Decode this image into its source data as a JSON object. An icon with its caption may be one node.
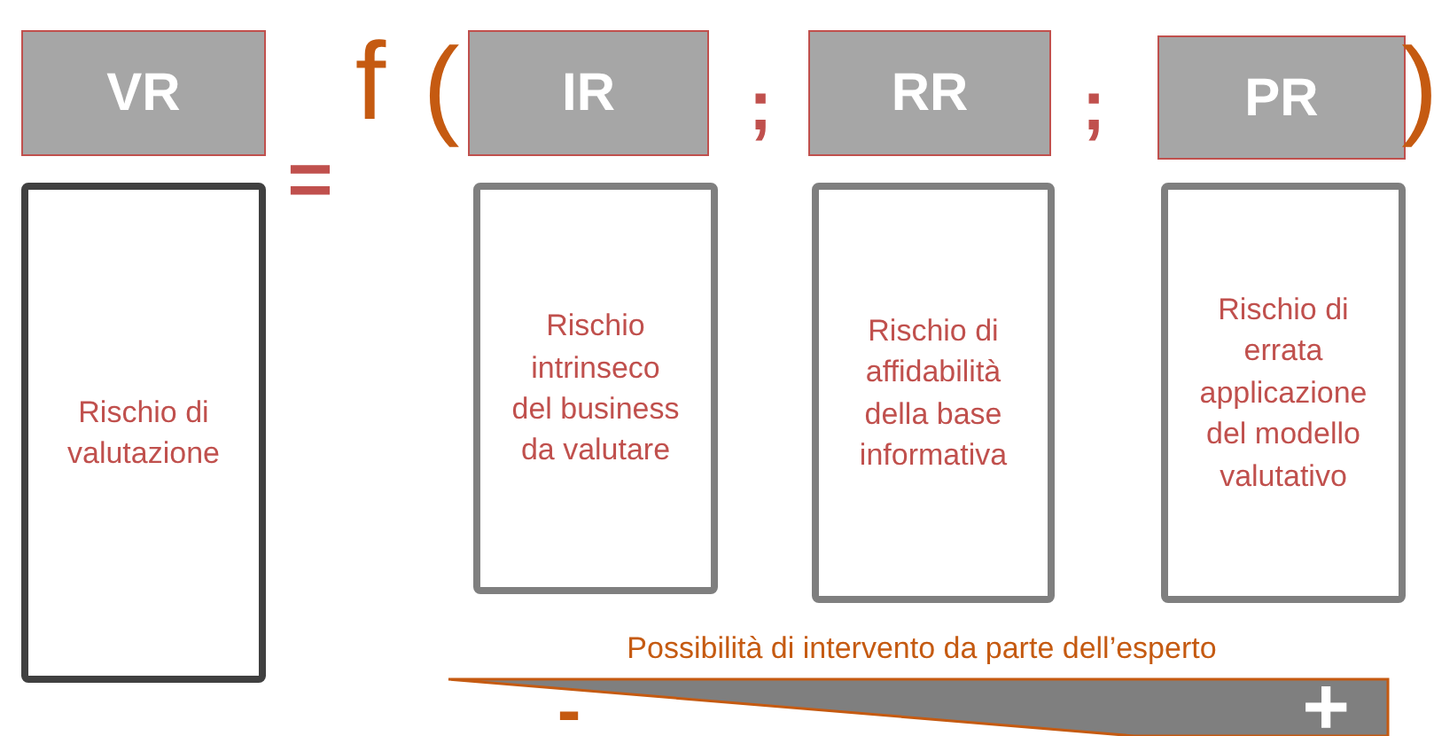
{
  "diagram": {
    "nodes": [
      {
        "text": [
          "VR"
        ]
      },
      {
        "text": [
          "IR"
        ]
      },
      {
        "text": [
          "RR"
        ]
      },
      {
        "text": [
          "PR"
        ]
      },
      {
        "text": [
          "Rischio di valutazione"
        ]
      },
      {
        "text": [
          "Rischio intrinseco del business da valutare"
        ]
      },
      {
        "text": [
          "Rischio di affidabilità della base informativa"
        ]
      },
      {
        "text": [
          "Rischio di errata applicazione del modello valutativo"
        ]
      }
    ],
    "labels": [
      "=",
      "f",
      "(",
      ";",
      ";",
      ")",
      "Possibilità di intervento da parte dell’esperto",
      "-",
      "+"
    ]
  }
}
